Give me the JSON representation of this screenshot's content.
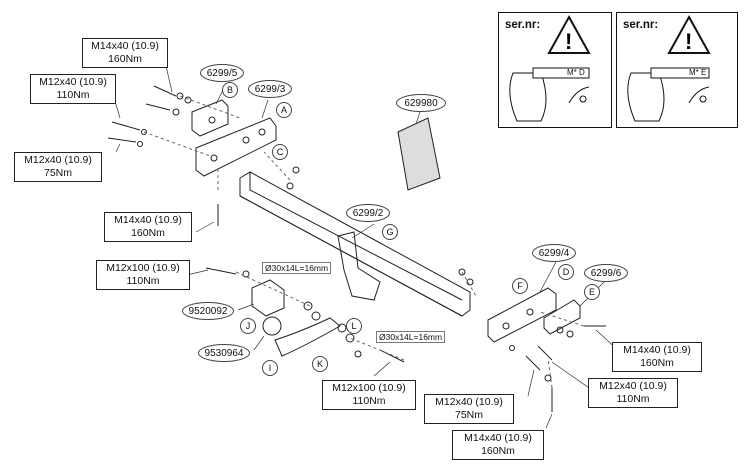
{
  "warnings": [
    {
      "sernr": "ser.nr:",
      "stamp": "M* D"
    },
    {
      "sernr": "ser.nr:",
      "stamp": "M* E"
    }
  ],
  "part_numbers": {
    "p6299_5": "6299/5",
    "p6299_3": "6299/3",
    "p629980": "629980",
    "p6299_2": "6299/2",
    "p6299_4": "6299/4",
    "p6299_6": "6299/6",
    "p9520092": "9520092",
    "p9530964": "9530964"
  },
  "letters": {
    "A": "A",
    "B": "B",
    "C": "C",
    "D": "D",
    "E": "E",
    "F": "F",
    "G": "G",
    "I": "I",
    "J": "J",
    "K": "K",
    "L": "L"
  },
  "dimensions": {
    "d1": "Ø30x14L=16mm",
    "d2": "Ø30x14L=16mm"
  },
  "bolt_specs": {
    "b1": {
      "size": "M14x40 (10.9)",
      "torque": "160Nm"
    },
    "b2": {
      "size": "M12x40 (10.9)",
      "torque": "110Nm"
    },
    "b3": {
      "size": "M12x40 (10.9)",
      "torque": "75Nm"
    },
    "b4": {
      "size": "M14x40 (10.9)",
      "torque": "160Nm"
    },
    "b5": {
      "size": "M12x100 (10.9)",
      "torque": "110Nm"
    },
    "b6": {
      "size": "M14x40 (10.9)",
      "torque": "160Nm"
    },
    "b7": {
      "size": "M12x40 (10.9)",
      "torque": "110Nm"
    },
    "b8": {
      "size": "M12x100 (10.9)",
      "torque": "110Nm"
    },
    "b9": {
      "size": "M12x40 (10.9)",
      "torque": "75Nm"
    },
    "b10": {
      "size": "M14x40 (10.9)",
      "torque": "160Nm"
    }
  }
}
